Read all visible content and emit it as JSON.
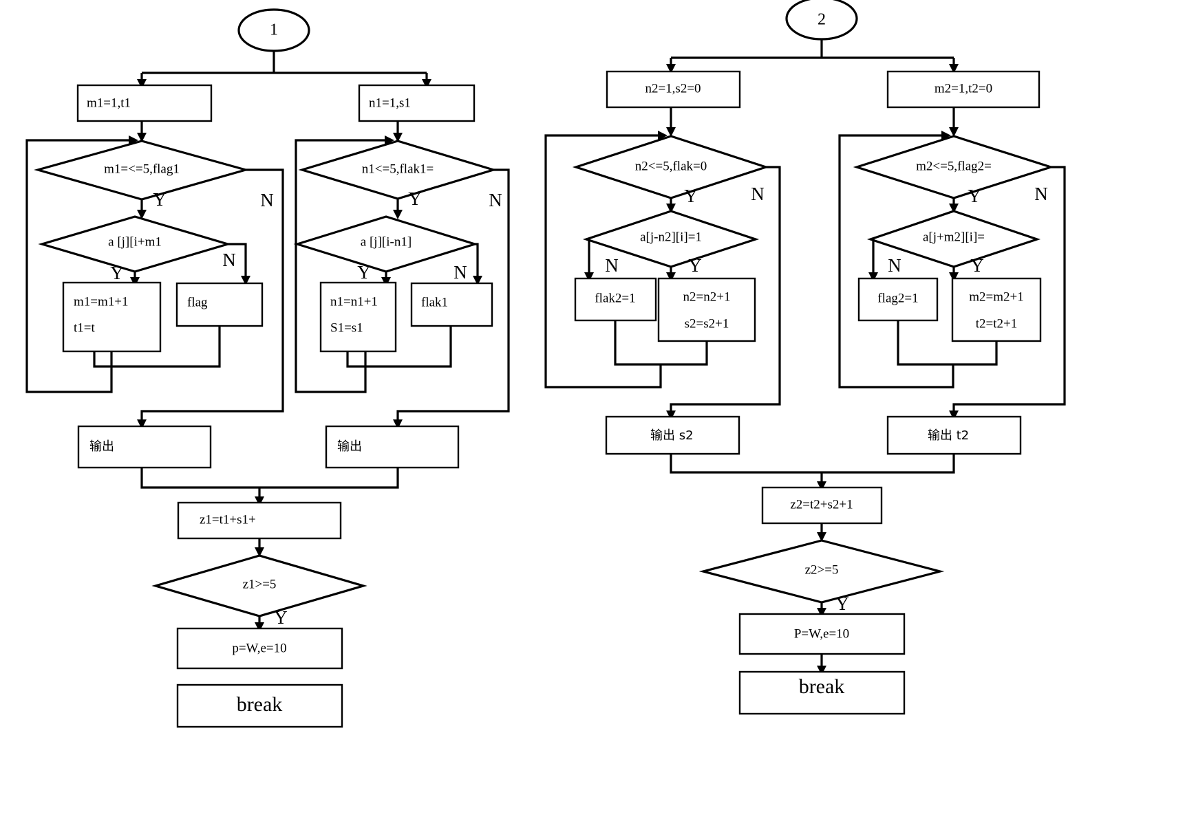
{
  "diagram": {
    "title": "flowchart-two-subcharts",
    "stroke_color": "#000000",
    "fill_color": "#ffffff"
  },
  "left_chart": {
    "start": "1",
    "init_left": "m1=1,t1",
    "init_right": "n1=1,s1",
    "cond_left_1": "m1=<=5,flag1",
    "cond_left_2": "a [j][i+m1",
    "cond_right_1": "n1<=5,flak1=",
    "cond_right_2": "a [j][i-n1]",
    "act_left_y_line1": "m1=m1+1",
    "act_left_y_line2": "t1=t",
    "act_left_n": "flag",
    "act_right_y_line1": "n1=n1+1",
    "act_right_y_line2": "S1=s1",
    "act_right_n": "flak1",
    "output_left": "输出",
    "output_right": "输出",
    "sum": "z1=t1+s1+",
    "final_cond": "z1>=5",
    "assign": "p=W,e=10",
    "break": "break",
    "yes": "Y",
    "no": "N"
  },
  "right_chart": {
    "start": "2",
    "init_left": "n2=1,s2=0",
    "init_right": "m2=1,t2=0",
    "cond_left_1": "n2<=5,flak=0",
    "cond_left_2": "a[j-n2][i]=1",
    "cond_right_1": "m2<=5,flag2=",
    "cond_right_2": "a[j+m2][i]=",
    "act_left_n": "flak2=1",
    "act_left_y_line1": "n2=n2+1",
    "act_left_y_line2": "s2=s2+1",
    "act_right_n": "flag2=1",
    "act_right_y_line1": "m2=m2+1",
    "act_right_y_line2": "t2=t2+1",
    "output_left": "输出 s2",
    "output_right": "输出 t2",
    "sum": "z2=t2+s2+1",
    "final_cond": "z2>=5",
    "assign": "P=W,e=10",
    "break": "break",
    "yes": "Y",
    "no": "N"
  }
}
